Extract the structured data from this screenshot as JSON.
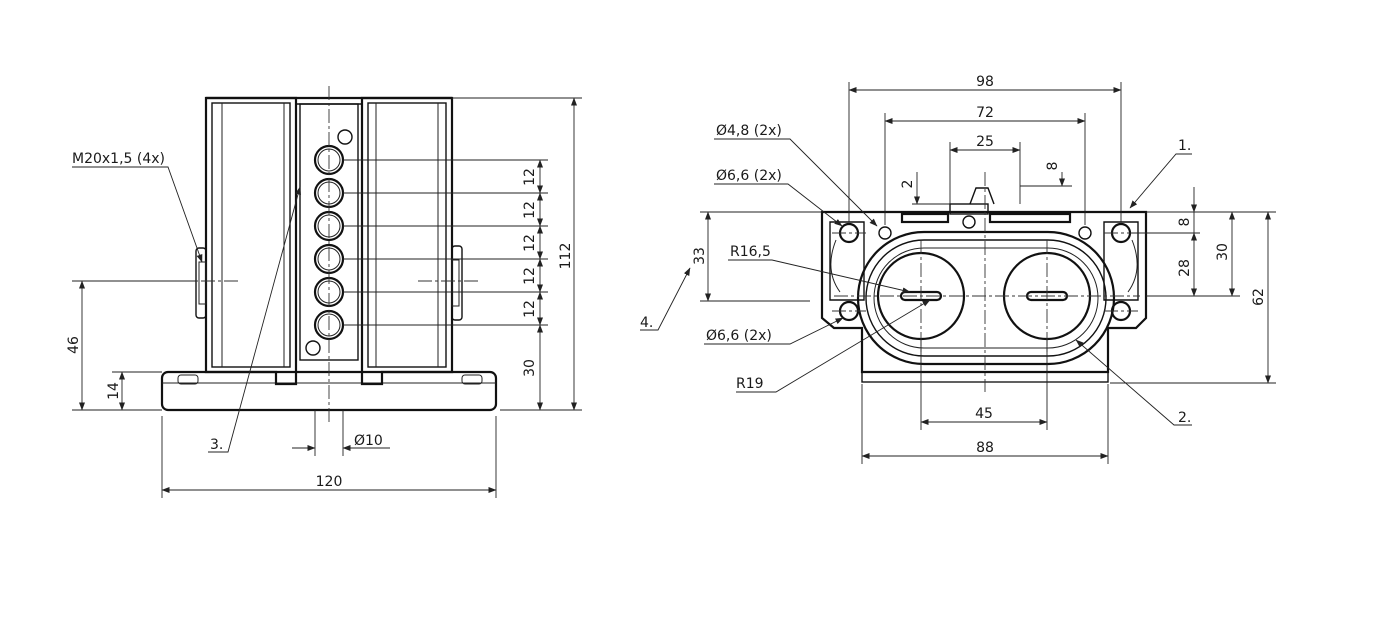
{
  "drawing": {
    "side_view": {
      "thread_label": "M20x1,5 (4x)",
      "item_3": "3.",
      "dim_height_total": "112",
      "dim_spacings": [
        "12",
        "12",
        "12",
        "12",
        "12"
      ],
      "dim_bottom_spacing": "30",
      "dim_axis_height": "46",
      "dim_base_height": "14",
      "dim_width": "120",
      "dim_pin_diameter": "Ø10"
    },
    "top_view": {
      "dim_98": "98",
      "dim_72": "72",
      "dim_25": "25",
      "dim_8_top": "8",
      "dim_2": "2",
      "hole_48": "Ø4,8 (2x)",
      "hole_66_top": "Ø6,6 (2x)",
      "hole_66_bottom": "Ø6,6 (2x)",
      "radius_165": "R16,5",
      "radius_19": "R19",
      "item_1": "1.",
      "item_2": "2.",
      "item_4": "4.",
      "dim_33": "33",
      "dim_8_right": "8",
      "dim_28": "28",
      "dim_30": "30",
      "dim_62": "62",
      "dim_45": "45",
      "dim_88": "88"
    }
  }
}
